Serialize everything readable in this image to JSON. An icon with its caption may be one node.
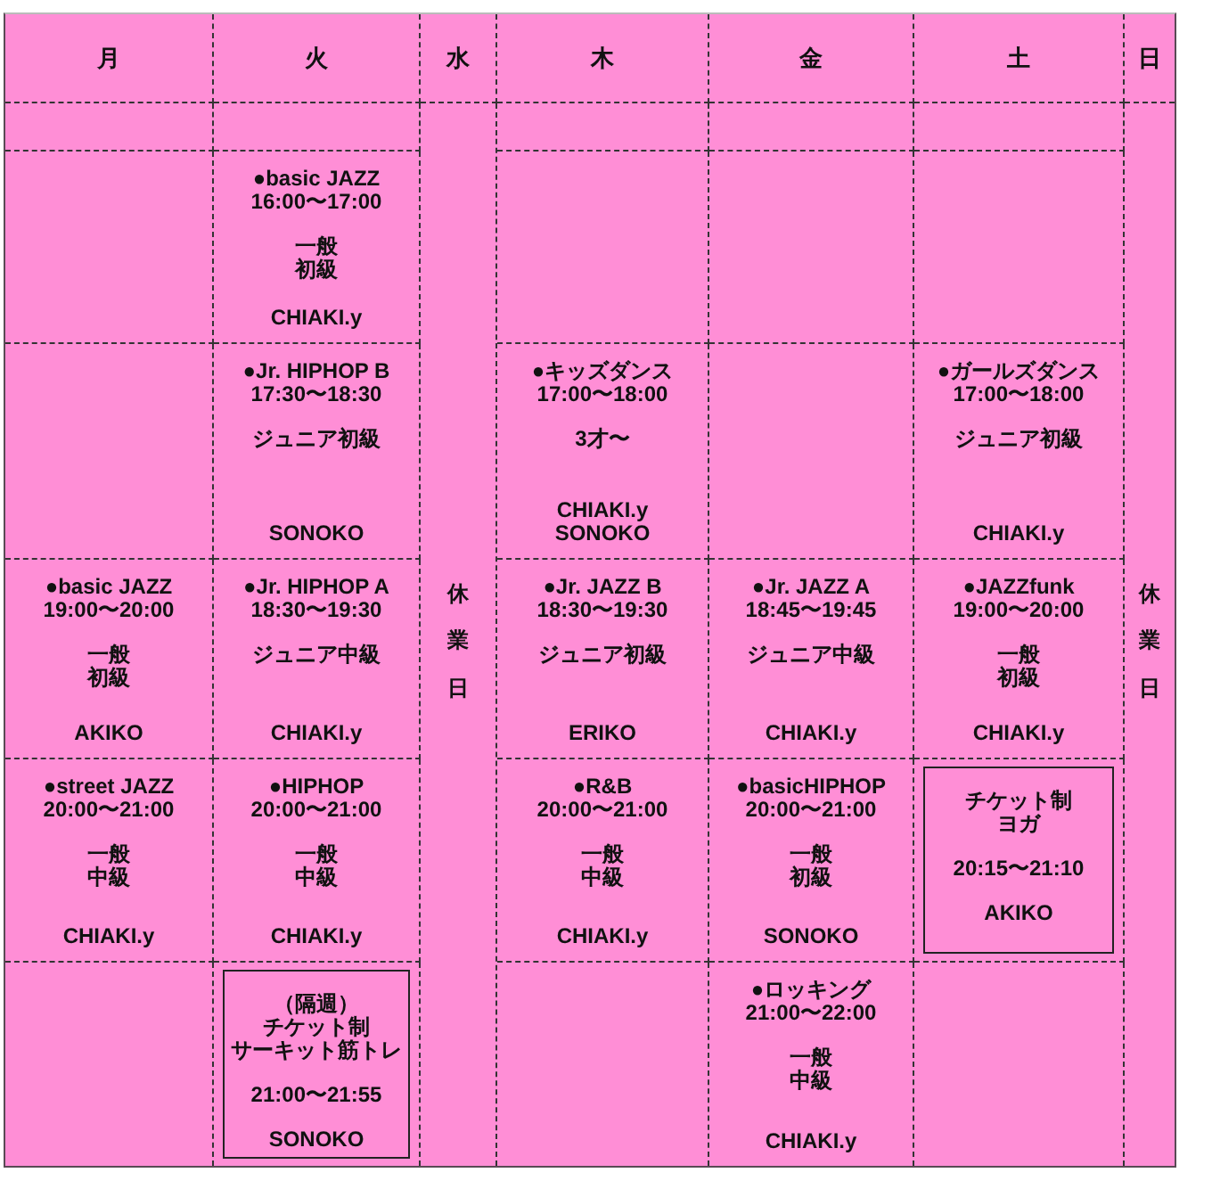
{
  "diagram": {
    "nodes": [
      {
        "text": [
          "チケット制",
          "ヨガ",
          "20:15〜21:10",
          "AKIKO"
        ]
      },
      {
        "text": [
          "（隔週）",
          "チケット制",
          "サーキット筋トレ",
          "21:00〜21:55",
          "SONOKO"
        ]
      }
    ],
    "labels": [
      "月",
      "火",
      "水",
      "木",
      "金",
      "土",
      "日",
      "●basic JAZZ",
      "16:00〜17:00",
      "一般",
      "初級",
      "CHIAKI.y",
      "●Jr. HIPHOP B",
      "17:30〜18:30",
      "ジュニア初級",
      "SONOKO",
      "●キッズダンス",
      "17:00〜18:00",
      "3才〜",
      "CHIAKI.y",
      "SONOKO",
      "●ガールズダンス",
      "17:00〜18:00",
      "ジュニア初級",
      "CHIAKI.y",
      "●basic JAZZ",
      "19:00〜20:00",
      "一般",
      "初級",
      "AKIKO",
      "●Jr. HIPHOP A",
      "18:30〜19:30",
      "ジュニア中級",
      "CHIAKI.y",
      "休業日",
      "●Jr. JAZZ B",
      "18:30〜19:30",
      "ジュニア初級",
      "ERIKO",
      "●Jr. JAZZ A",
      "18:45〜19:45",
      "ジュニア中級",
      "CHIAKI.y",
      "●JAZZfunk",
      "19:00〜20:00",
      "一般",
      "初級",
      "CHIAKI.y",
      "休業日",
      "●street JAZZ",
      "20:00〜21:00",
      "一般",
      "中級",
      "CHIAKI.y",
      "●HIPHOP",
      "20:00〜21:00",
      "一般",
      "中級",
      "CHIAKI.y",
      "●R&B",
      "20:00〜21:00",
      "一般",
      "中級",
      "CHIAKI.y",
      "●basicHIPHOP",
      "20:00〜21:00",
      "一般",
      "初級",
      "SONOKO",
      "●ロッキング",
      "21:00〜22:00",
      "一般",
      "中級",
      "CHIAKI.y"
    ]
  }
}
